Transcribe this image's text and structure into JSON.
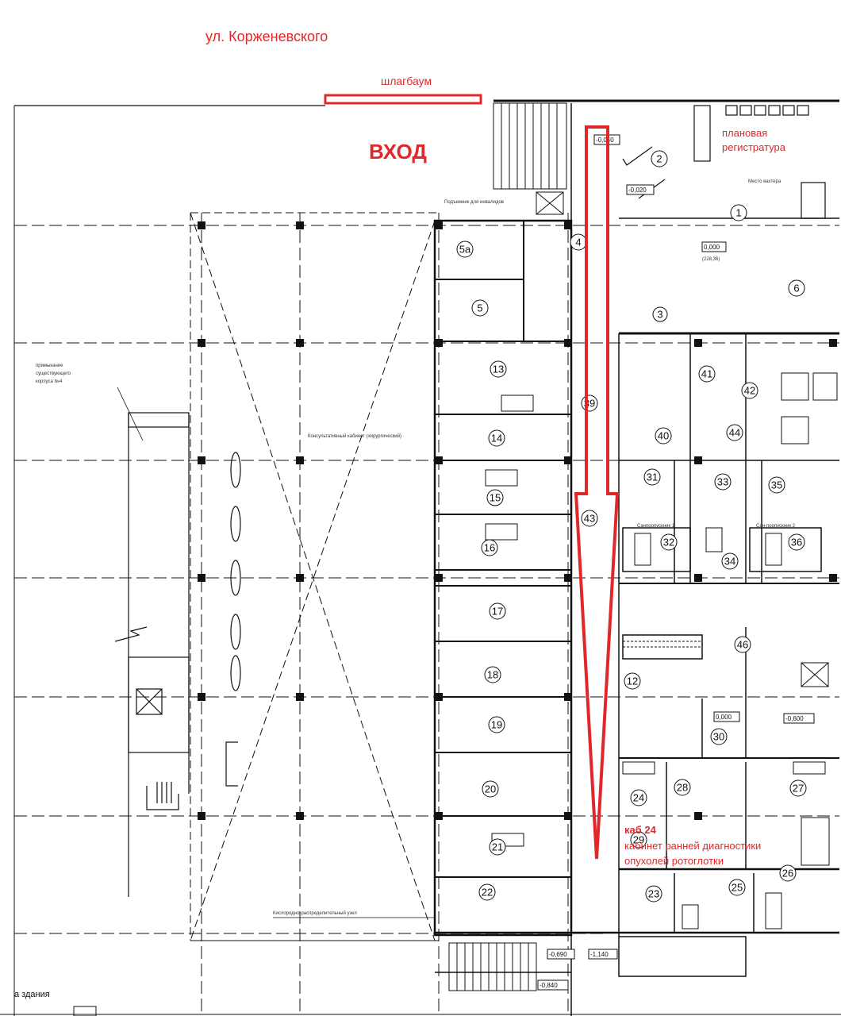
{
  "annotations": {
    "street": "ул. Корженевского",
    "barrier": "шлагбаум",
    "entrance": "ВХОД",
    "registry_line1": "плановая",
    "registry_line2": "регистратура",
    "cab24_line1": "каб 24",
    "cab24_line2": "кабинет ранней диагностики",
    "cab24_line3": "опухолей ротоглотки",
    "colors": {
      "annotation": "#e0282a",
      "route": "#e0282a",
      "lines": "#111111"
    }
  },
  "plan_labels": {
    "wheelchair_lift": "Подъемник для инвалидов",
    "guard_post": "Место вахтера",
    "adjacency_line1": "примыкание",
    "adjacency_line2": "существующего",
    "adjacency_line3": "корпуса №4",
    "consult_room": "Консультативный кабинет (хирургический)",
    "oxygen_unit": "Кислородно-распределительный узел",
    "sanitary_1": "Санпропускник 1",
    "sanitary_2": "Сан-пропускник 2",
    "building_edge": "а здания"
  },
  "levels": {
    "l0": "0,000",
    "l0_abs": "(228,36)",
    "l1": "-0,020",
    "l2": "-0,040",
    "l3": "0,000",
    "l4": "-0,600",
    "l5": "-0,690",
    "l6": "-1,140",
    "l7": "-0,840"
  },
  "rooms": [
    "1",
    "2",
    "3",
    "4",
    "5",
    "5а",
    "6",
    "13",
    "14",
    "15",
    "16",
    "17",
    "18",
    "19",
    "20",
    "21",
    "22",
    "23",
    "24",
    "25",
    "26",
    "27",
    "28",
    "29",
    "30",
    "31",
    "32",
    "33",
    "34",
    "35",
    "36",
    "40",
    "41",
    "42",
    "43",
    "44",
    "46",
    "39",
    "12"
  ]
}
